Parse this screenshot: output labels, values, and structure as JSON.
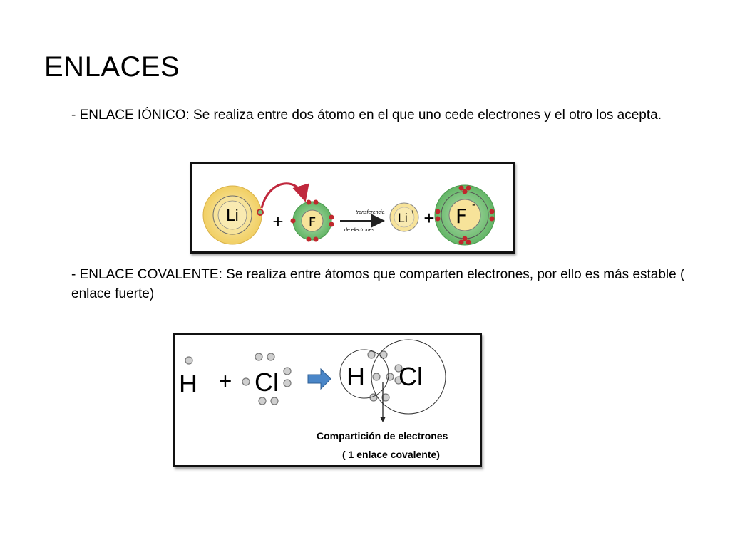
{
  "slide": {
    "title": "ENLACES",
    "ionic_text": "- ENLACE IÓNICO: Se realiza entre dos átomo en el que uno cede electrones y el otro los acepta.",
    "covalent_text": "- ENLACE COVALENTE: Se realiza entre átomos que comparten electrones, por ello es más estable ( enlace fuerte)"
  },
  "ionic_diagram": {
    "atom1": "Li",
    "atom2": "F",
    "plus": "+",
    "arrow_label_1": "transferencia",
    "arrow_label_2": "de electrones",
    "ion1": "Li",
    "ion1_charge": "+",
    "ion2": "F",
    "ion2_charge": "-",
    "colors": {
      "outer_yellow": "#f4d77a",
      "outer_green": "#7bc27a",
      "inner": "#f7e39a",
      "electron": "#c0282d",
      "arrow": "#c0283d"
    }
  },
  "covalent_diagram": {
    "atom1": "H",
    "plus": "+",
    "atom2": "Cl",
    "result_atom1": "H",
    "result_atom2": "Cl",
    "caption_1": "Compartición de electrones",
    "caption_2": "( 1 enlace covalente)",
    "colors": {
      "electron_fill": "#cfcfcf",
      "electron_stroke": "#777777",
      "arrow": "#4a86c8"
    }
  }
}
